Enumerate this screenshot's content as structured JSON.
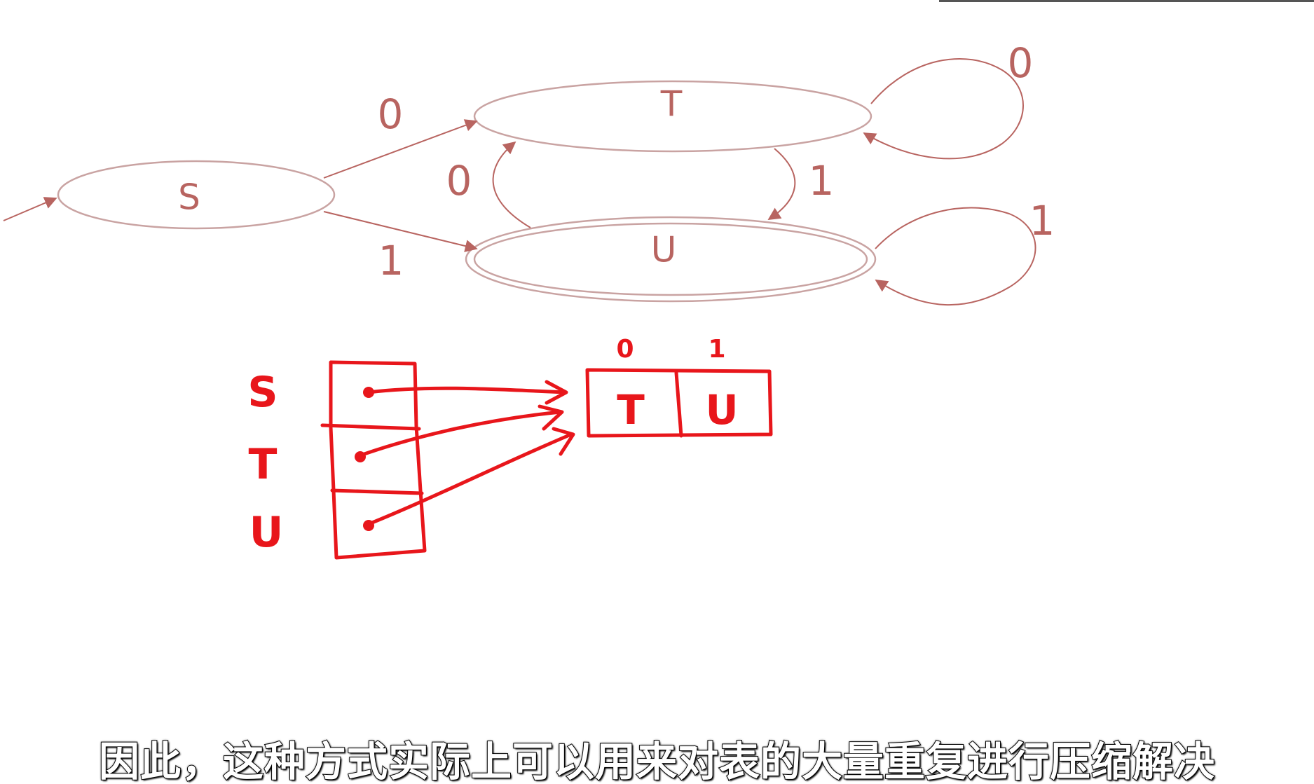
{
  "diagram": {
    "states": {
      "s": "S",
      "t": "T",
      "u": "U"
    },
    "edges": {
      "s_to_t": "0",
      "s_to_u": "1",
      "u_to_t": "0",
      "t_to_u": "1",
      "t_self": "0",
      "u_self": "1"
    }
  },
  "table": {
    "row_labels": [
      "S",
      "T",
      "U"
    ],
    "column_headers": [
      "0",
      "1"
    ],
    "cells": [
      "T",
      "U"
    ]
  },
  "subtitle": "因此，这种方式实际上可以用来对表的大量重复进行压缩解决",
  "colors": {
    "diagram": "#b86460",
    "ink": "#e8161b"
  }
}
